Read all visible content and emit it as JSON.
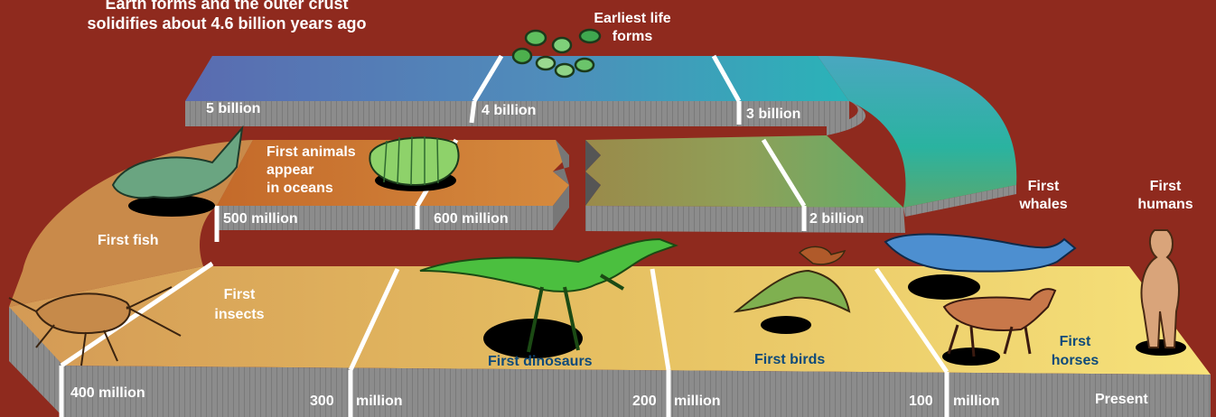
{
  "header": {
    "line1": "Earth forms and the outer crust",
    "line2": "solidifies about 4.6 billion years ago"
  },
  "events": {
    "earliest_life": [
      "Earliest life",
      "forms"
    ],
    "first_animals": [
      "First animals",
      "appear",
      "in oceans"
    ],
    "first_fish": "First fish",
    "first_insects": [
      "First",
      "insects"
    ],
    "first_dinosaurs": "First dinosaurs",
    "first_birds": "First birds",
    "first_whales": [
      "First",
      "whales"
    ],
    "first_horses": [
      "First",
      "horses"
    ],
    "first_humans": [
      "First",
      "humans"
    ]
  },
  "markers": {
    "b5": "5 billion",
    "b4": "4 billion",
    "b3": "3 billion",
    "b2": "2 billion",
    "m600": "600 million",
    "m500": "500 million",
    "m400": "400 million",
    "m300": "300",
    "m200": "200",
    "m100": "100",
    "million": "million",
    "present": "Present"
  },
  "colors": {
    "background": "#8f2a1e",
    "band_blue": "#5a6bb0",
    "band_teal": "#2ab3b8",
    "band_orange": "#c8702a",
    "band_tan": "#d9a35a",
    "band_yellow": "#f3df6e",
    "band_side": "#8a8a8a",
    "label_blue": "#0e4a7a"
  }
}
